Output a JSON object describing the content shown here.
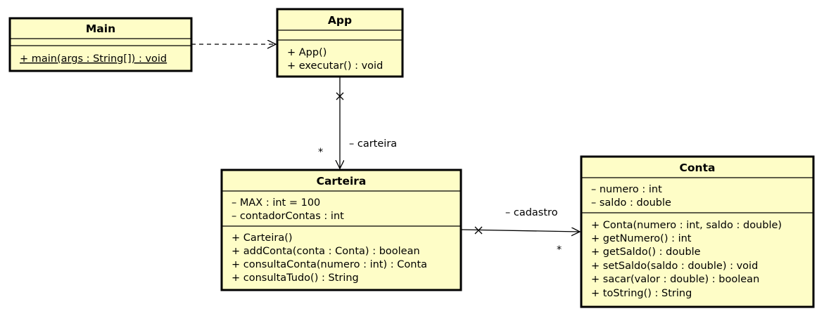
{
  "classes": {
    "main": {
      "name": "Main",
      "attributes": [],
      "operations": [
        "+ main(args : String[]) : void"
      ]
    },
    "app": {
      "name": "App",
      "attributes": [],
      "operations": [
        "+ App()",
        "+ executar() : void"
      ]
    },
    "carteira": {
      "name": "Carteira",
      "attributes": [
        "– MAX : int = 100",
        "– contadorContas : int"
      ],
      "operations": [
        "+ Carteira()",
        "+ addConta(conta : Conta) : boolean",
        "+ consultaConta(numero : int) : Conta",
        "+ consultaTudo() : String"
      ]
    },
    "conta": {
      "name": "Conta",
      "attributes": [
        "– numero : int",
        "– saldo : double"
      ],
      "operations": [
        "+ Conta(numero : int, saldo : double)",
        "+ getNumero() : int",
        "+ getSaldo() : double",
        "+ setSaldo(saldo : double) : void",
        "+ sacar(valor : double) : boolean",
        "+ toString() : String"
      ]
    }
  },
  "associations": {
    "app_carteira": {
      "role": "– carteira",
      "multiplicity": "*"
    },
    "carteira_conta": {
      "role": "– cadastro",
      "multiplicity": "*"
    }
  },
  "colors": {
    "class_fill": "#fefdc7",
    "stroke": "#000000"
  }
}
